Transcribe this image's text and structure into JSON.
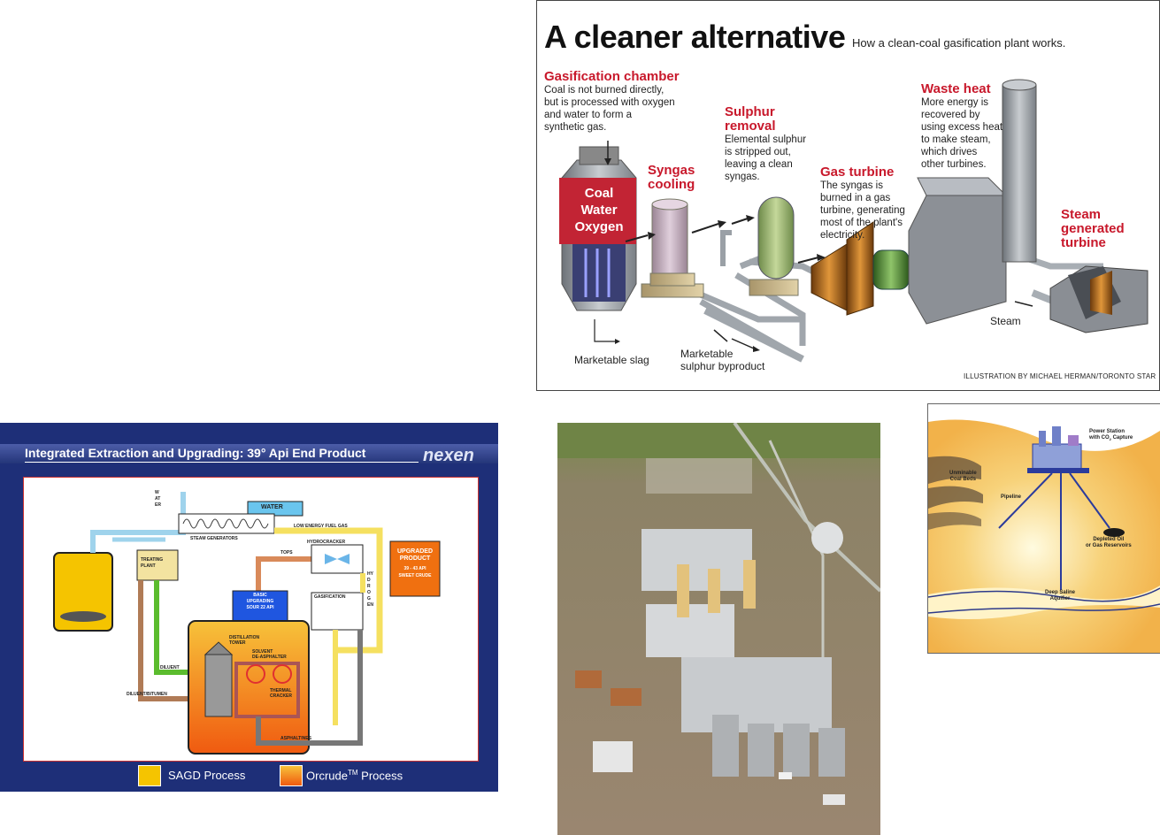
{
  "clean_coal": {
    "title": "A cleaner alternative",
    "subtitle": "How a clean-coal gasification plant works.",
    "gasification": {
      "heading": "Gasification chamber",
      "body": [
        "Coal is not burned directly,",
        "but is processed with oxygen",
        "and water to form a",
        "synthetic gas."
      ]
    },
    "chamber_words": [
      "Coal",
      "Water",
      "Oxygen"
    ],
    "syngas": {
      "heading": [
        "Syngas",
        "cooling"
      ]
    },
    "sulphur": {
      "heading": [
        "Sulphur",
        "removal"
      ],
      "body": [
        "Elemental sulphur",
        "is stripped out,",
        "leaving a clean",
        "syngas."
      ]
    },
    "gas_turbine": {
      "heading": "Gas turbine",
      "body": [
        "The syngas is",
        "burned in a gas",
        "turbine, generating",
        "most of the plant's",
        "electricity."
      ]
    },
    "waste_heat": {
      "heading": "Waste heat",
      "body": [
        "More energy is",
        "recovered by",
        "using excess heat",
        "to make steam,",
        "which drives",
        "other turbines."
      ]
    },
    "steam_turbine": {
      "heading": [
        "Steam",
        "generated",
        "turbine"
      ]
    },
    "steam_label": "Steam",
    "slag_label": "Marketable slag",
    "sulphur_byproduct": [
      "Marketable",
      "sulphur byproduct"
    ],
    "credit": "ILLUSTRATION BY MICHAEL HERMAN/TORONTO STAR"
  },
  "nexen": {
    "title": "Integrated Extraction and Upgrading: 39° Api End Product",
    "logo": "nexen",
    "labels": {
      "water_vertical": "WATER",
      "water_box": "WATER",
      "steam_generators": "STEAM GENERATORS",
      "fuel_gas": "LOW ENERGY FUEL GAS",
      "treating": [
        "TREATING",
        "PLANT"
      ],
      "tops": "TOPS",
      "hydrocracker": "HYDROCRACKER",
      "upgraded": [
        "UPGRADED",
        "PRODUCT"
      ],
      "upgraded_sub": [
        "39 - 43 API",
        "SWEET CRUDE"
      ],
      "hydrogen": "HYDROGEN",
      "basic": [
        "BASIC",
        "UPGRADING",
        "SOUR 22 API"
      ],
      "gasification": "GASIFICATION",
      "distillation": [
        "DISTILLATION",
        "TOWER"
      ],
      "solvent": [
        "SOLVENT",
        "DE-ASPHALTER"
      ],
      "thermal": [
        "THERMAL",
        "CRACKER"
      ],
      "diluent": "DILUENT",
      "diluent_bitumen": "DILUENT/BITUMEN",
      "asphaltines": "ASPHALTINES"
    },
    "legend": [
      {
        "label": "SAGD Process",
        "color": "#f5c400"
      },
      {
        "label_main": "Orcrude",
        "label_sup": "TM",
        "label_tail": " Process",
        "color": "#f07010"
      }
    ]
  },
  "co2": {
    "power_station": [
      "Power Station",
      "with CO",
      "2",
      " Capture"
    ],
    "coal_beds": [
      "Unminable",
      "Coal Beds"
    ],
    "pipeline": "Pipeline",
    "depleted": [
      "Depleted Oil",
      "or Gas Reservoirs"
    ],
    "saline": [
      "Deep Saline",
      "Aquifier"
    ]
  }
}
